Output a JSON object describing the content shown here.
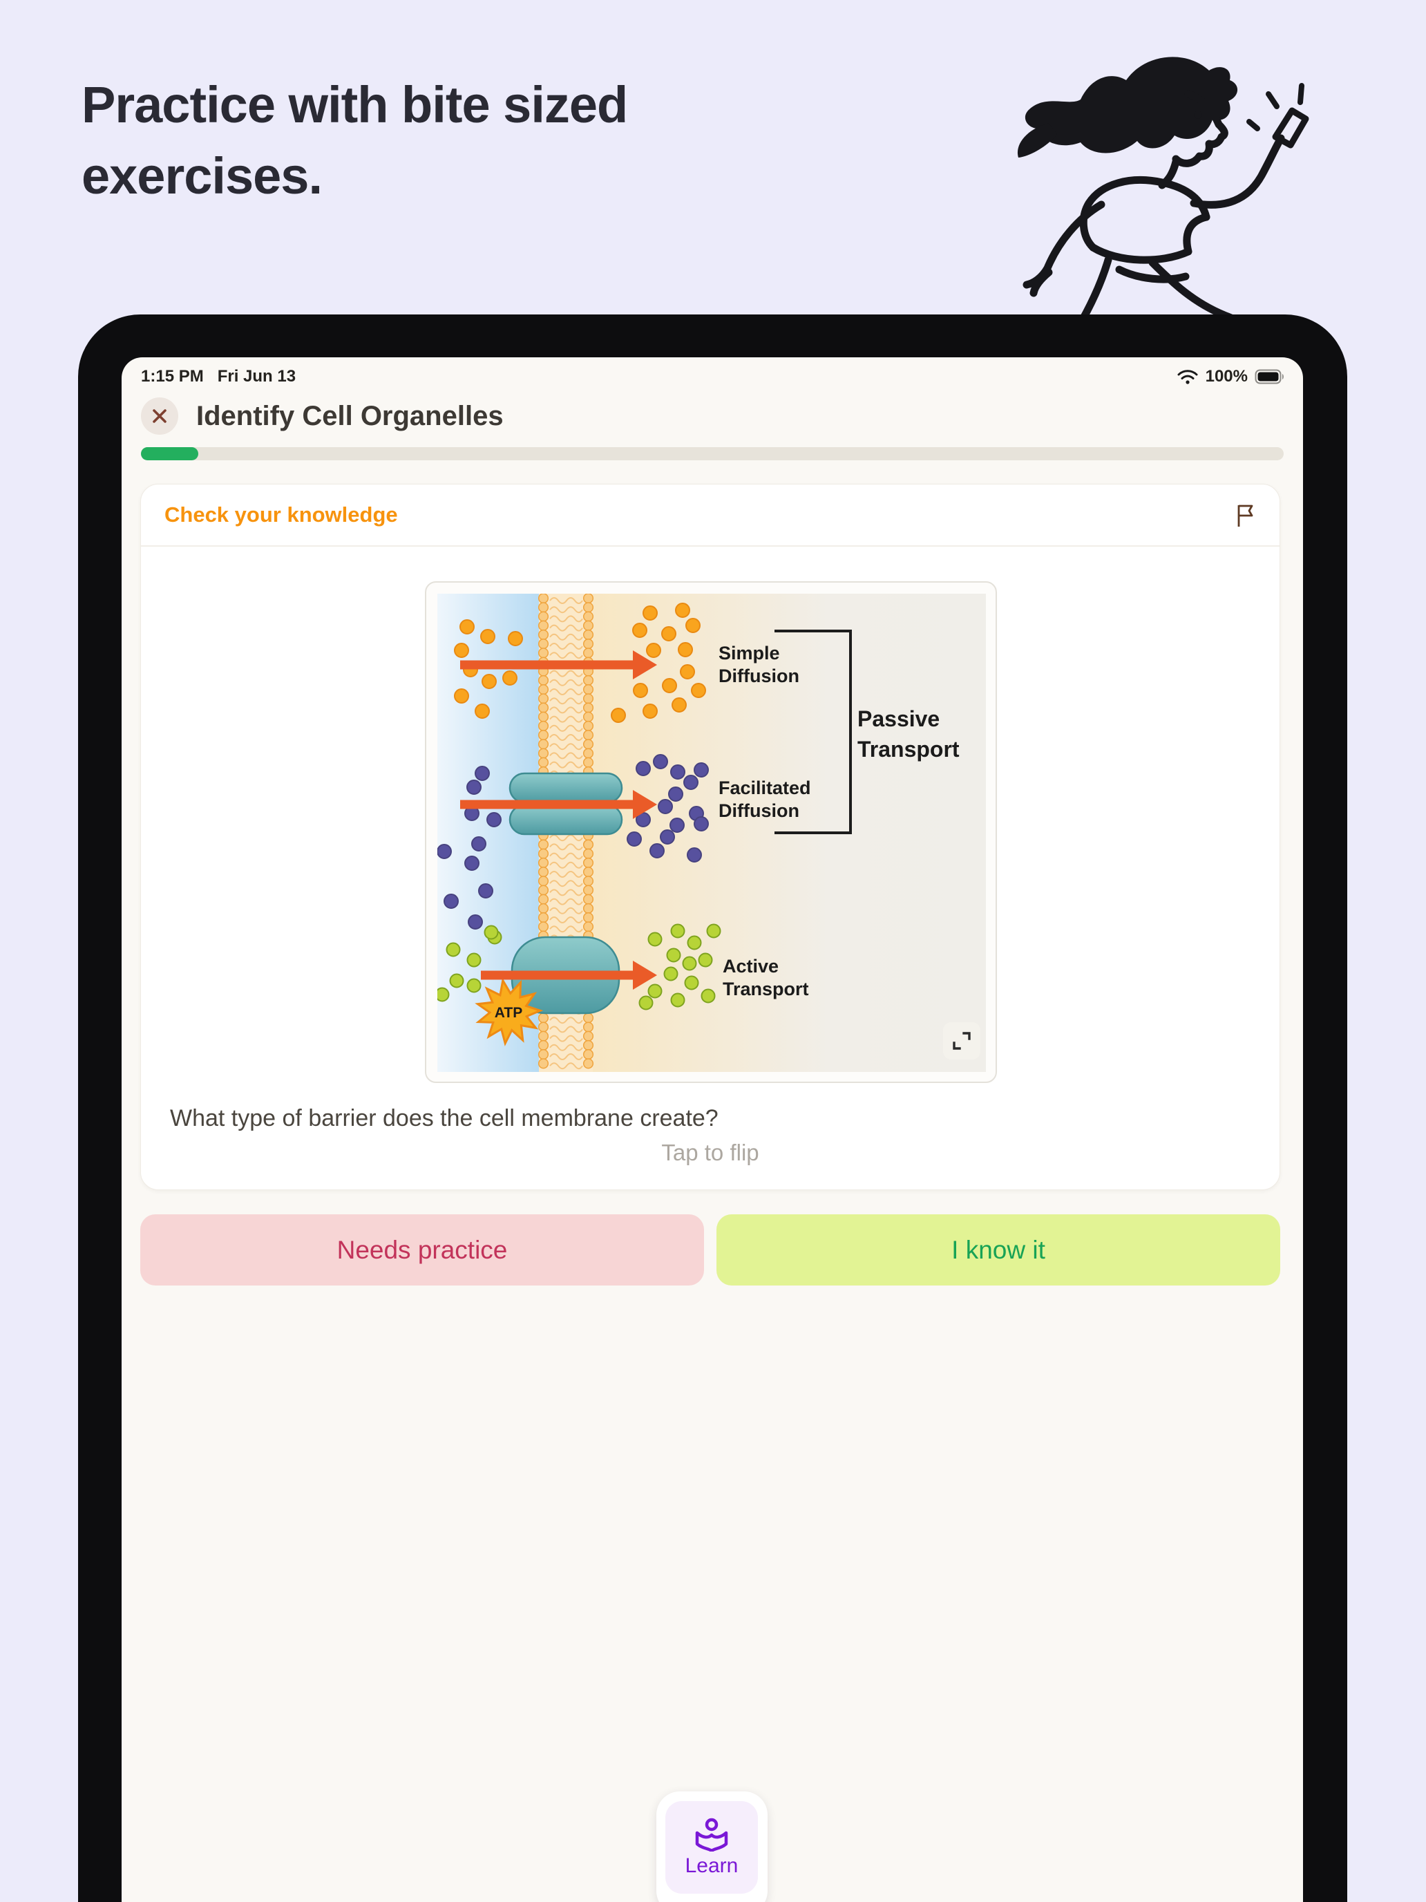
{
  "hero": {
    "heading": "Practice with bite sized exercises."
  },
  "status_bar": {
    "time": "1:15 PM",
    "date": "Fri Jun 13",
    "battery_percent": "100%"
  },
  "lesson_header": {
    "title": "Identify Cell Organelles"
  },
  "progress": {
    "percent": 5
  },
  "card": {
    "section_label": "Check your knowledge",
    "question": "What type of barrier does the cell membrane create?",
    "flip_hint": "Tap to flip"
  },
  "diagram": {
    "labels": {
      "simple_line1": "Simple",
      "simple_line2": "Diffusion",
      "facilitated_line1": "Facilitated",
      "facilitated_line2": "Diffusion",
      "passive_line1": "Passive",
      "passive_line2": "Transport",
      "active_line1": "Active",
      "active_line2": "Transport",
      "atp": "ATP"
    }
  },
  "actions": {
    "needs_practice": "Needs practice",
    "i_know_it": "I know it"
  },
  "dock": {
    "learn_label": "Learn"
  },
  "colors": {
    "accent_orange": "#F7930E",
    "progress_green": "#23AF5E",
    "needs_practice_bg": "#F7D5D5",
    "needs_practice_text": "#C2335A",
    "i_know_it_bg": "#E2F394",
    "i_know_it_text": "#18A355",
    "learn_purple": "#7A18D6",
    "arrow_red": "#EA5B28",
    "protein_teal": "#5AA6AC",
    "dot_orange": "#F9A41E",
    "dot_purple": "#57519E",
    "dot_green": "#B7D437"
  }
}
